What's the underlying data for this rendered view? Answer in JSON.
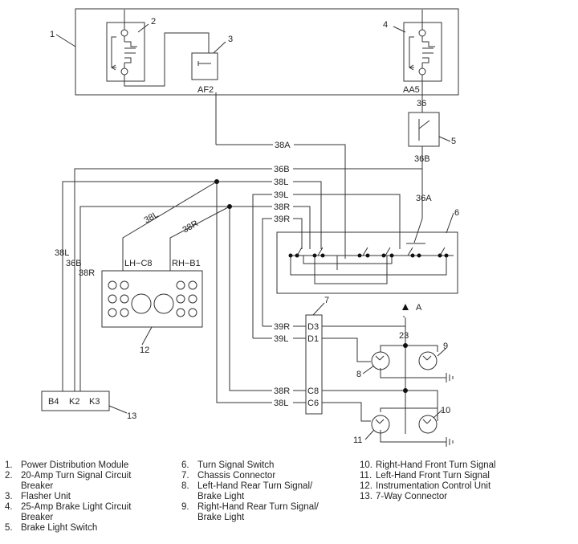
{
  "callouts": {
    "c1": "1",
    "c2": "2",
    "c3": "3",
    "c4": "4",
    "c5": "5",
    "c6": "6",
    "c7": "7",
    "c8": "8",
    "c9": "9",
    "c10": "10",
    "c11": "11",
    "c12": "12",
    "c13": "13",
    "c23": "23"
  },
  "labels": {
    "af2": "AF2",
    "aa5": "AA5",
    "w36": "36",
    "w36b": "36B",
    "w36a": "36A",
    "w38a": "38A",
    "w36b_bus": "36B",
    "w38l_bus": "38L",
    "w39l_bus": "39L",
    "w38r_bus": "38R",
    "w39r_bus": "39R",
    "w38l_diag": "38L",
    "w38r_diag": "38R",
    "lh_c8": "LH−C8",
    "rh_b1": "RH−B1",
    "v38l": "38L",
    "v36b": "36B",
    "v38r": "38R",
    "w39r_c": "39R",
    "w39l_c": "39L",
    "w38r_c": "38R",
    "w38l_c": "38L",
    "pin_d3": "D3",
    "pin_d1": "D1",
    "pin_c8": "C8",
    "pin_c6": "C6",
    "pin_b4": "B4",
    "pin_k2": "K2",
    "pin_k3": "K3",
    "arrow_a": "A"
  },
  "legend": {
    "col1": [
      {
        "num": "1.",
        "text": "Power Distribution Module"
      },
      {
        "num": "2.",
        "text": "20-Amp Turn Signal Circuit\nBreaker"
      },
      {
        "num": "3.",
        "text": "Flasher Unit"
      },
      {
        "num": "4.",
        "text": "25-Amp Brake Light Circuit\nBreaker"
      },
      {
        "num": "5.",
        "text": "Brake Light Switch"
      }
    ],
    "col2": [
      {
        "num": "6.",
        "text": "Turn Signal Switch"
      },
      {
        "num": "7.",
        "text": "Chassis Connector"
      },
      {
        "num": "8.",
        "text": "Left-Hand Rear Turn Signal/\nBrake Light"
      },
      {
        "num": "9.",
        "text": "Right-Hand Rear Turn Signal/\nBrake Light"
      }
    ],
    "col3": [
      {
        "num": "10.",
        "text": "Right-Hand Front Turn Signal"
      },
      {
        "num": "11.",
        "text": "Left-Hand Front Turn Signal"
      },
      {
        "num": "12.",
        "text": "Instrumentation Control Unit"
      },
      {
        "num": "13.",
        "text": "7-Way Connector"
      }
    ]
  }
}
